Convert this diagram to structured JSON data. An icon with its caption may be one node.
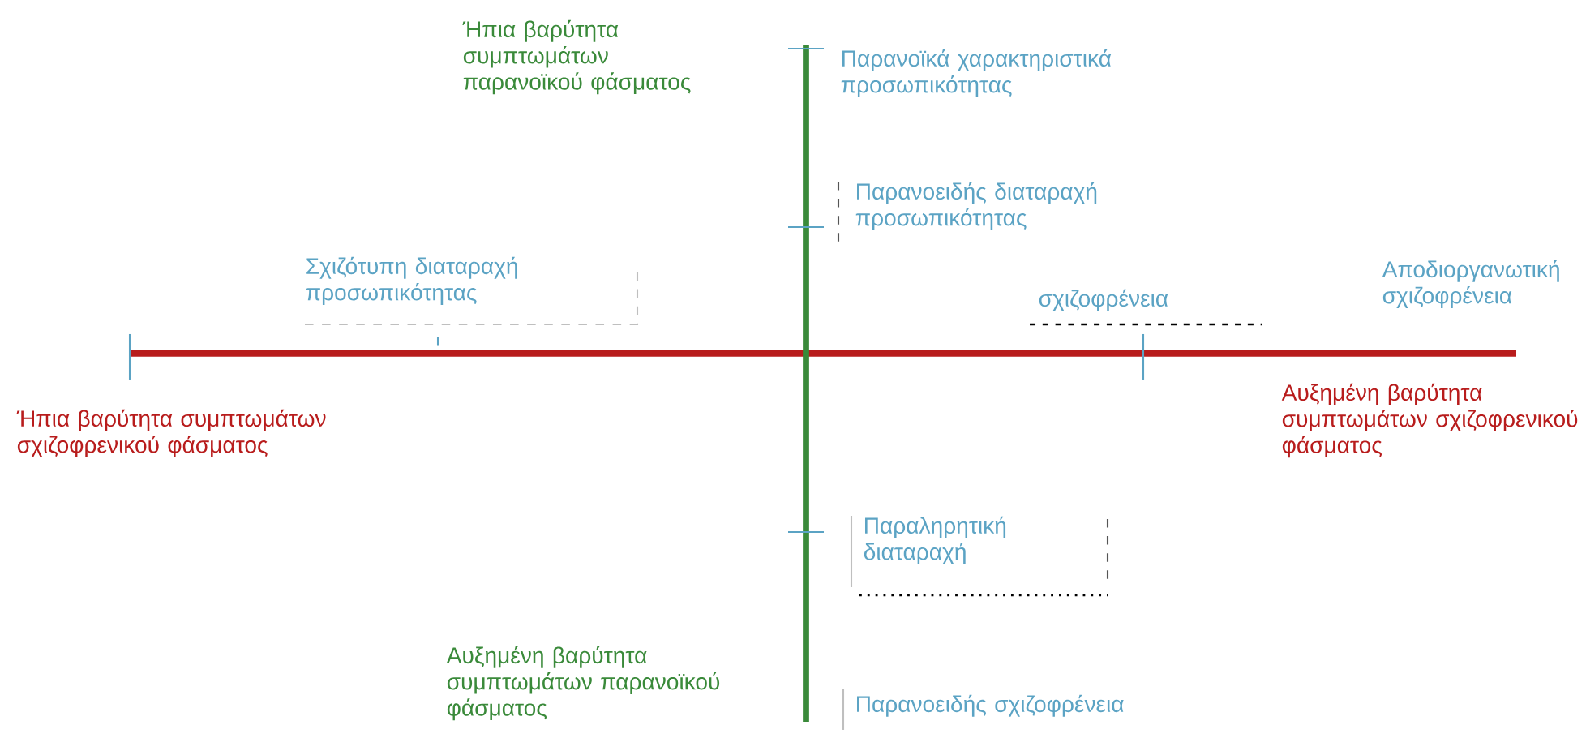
{
  "diagram": {
    "labels": [
      "Ήπια βαρύτητα συμπτωμάτων παρανοϊκού φάσματος",
      "Παρανοϊκά χαρακτηριστικά προσωπικότητας",
      "Παρανοειδής διαταραχή προσωπικότητας",
      "Σχιζότυπη διαταραχή προσωπικότητας",
      "Αποδιοργανωτική σχιζοφρένεια",
      "σχιζοφρένεια",
      "Ήπια βαρύτητα συμπτωμάτων σχιζοφρενικού φάσματος",
      "Αυξημένη βαρύτητα συμπτωμάτων σχιζοφρενικού φάσματος",
      "Παραληρητική διαταραχή",
      "Αυξημένη βαρύτητα συμπτωμάτων παρανοϊκού φάσματος",
      "Παρανοειδής σχιζοφρένεια"
    ]
  }
}
